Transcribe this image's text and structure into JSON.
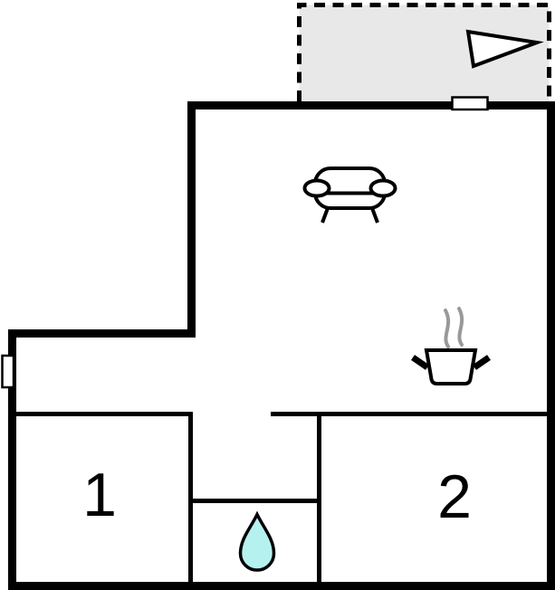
{
  "plan": {
    "type": "apartment-floor-plan",
    "rooms": [
      {
        "id": "room-1",
        "label": "1"
      },
      {
        "id": "room-2",
        "label": "2"
      }
    ],
    "colors": {
      "wall": "#000000",
      "terrace_fill": "#e8e8e8",
      "water_drop": "#b5f1ef",
      "steam": "#999999",
      "window_fill": "#ffffff",
      "background": "#ffffff"
    },
    "icons": [
      {
        "name": "direction-arrow-icon",
        "depicts": "triangle pointer on terrace"
      },
      {
        "name": "sofa-icon",
        "depicts": "sofa in living room"
      },
      {
        "name": "cooking-pot-icon",
        "depicts": "steaming pot in kitchen"
      },
      {
        "name": "water-drop-icon",
        "depicts": "water drop in bathroom"
      }
    ]
  }
}
